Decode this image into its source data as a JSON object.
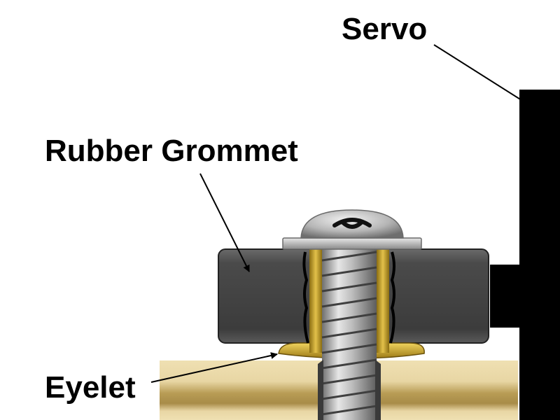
{
  "labels": {
    "servo": "Servo",
    "rubber_grommet": "Rubber Grommet",
    "eyelet": "Eyelet"
  },
  "colors": {
    "servo": "#000000",
    "grommet": "#4a4a4a",
    "eyelet": "#c9a227",
    "screw": "#b8b8b8",
    "wood_light": "#e8d6a4",
    "wood_dark": "#b89c55",
    "arrow": "#000000"
  },
  "icons": {
    "screw": "phillips-pan-head-screw-icon"
  }
}
